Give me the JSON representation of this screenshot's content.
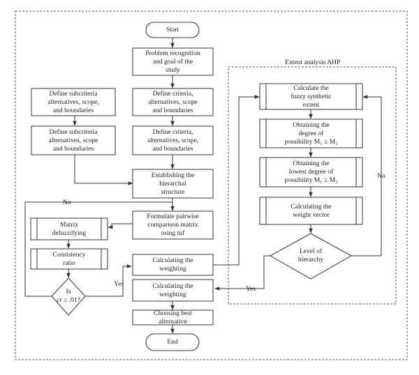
{
  "nodes": {
    "start": "Start",
    "problem": "Problem recognition\nand goal of the\nstudy",
    "crit1": "Define criteria,\nalternatives, scope\nand boundaries",
    "crit2": "Define criteria,\nalternatives, scope,\nand boundaries",
    "sub1": "Define subcriteria\nalternatives, scope,\nand boundaries",
    "sub2": "Define subcriteria\nalternatives, scope\nand boundaries",
    "hier": "Establishing the\nhierarchal\nstructure",
    "pairwise": "Formulate pairwise\ncomparison matrix\nusing tnf",
    "matrix": "Matrix\ndefuzzifying",
    "consistency": "Consistency\nratio",
    "is_cr": "Is\ncr ≥ .01?",
    "weighting1": "Calculating the\nweighting",
    "weighting2": "Calculating the\nweighting",
    "best": "Choosing best\nalternative",
    "end": "End",
    "fuzzy": "Calculate the\nfuzzy synthetic\nextent",
    "degree": "Obtaining the\ndegree of\npossibility M₁ ≥ M₂",
    "lowest": "Obtaining the\nlowest degree of\npossibility M₁ ≥ M₂",
    "weightvec": "Calculating the\nweight vector",
    "level": "Level of\nhierarchy"
  },
  "labels": {
    "extent_title": "Extent analysis AHP",
    "no_left": "No",
    "no_right": "No",
    "yes_left": "Yes",
    "yes_right": "Yes"
  },
  "colors": {
    "stroke": "#333333",
    "dash": "#555555",
    "fill": "#ffffff"
  }
}
